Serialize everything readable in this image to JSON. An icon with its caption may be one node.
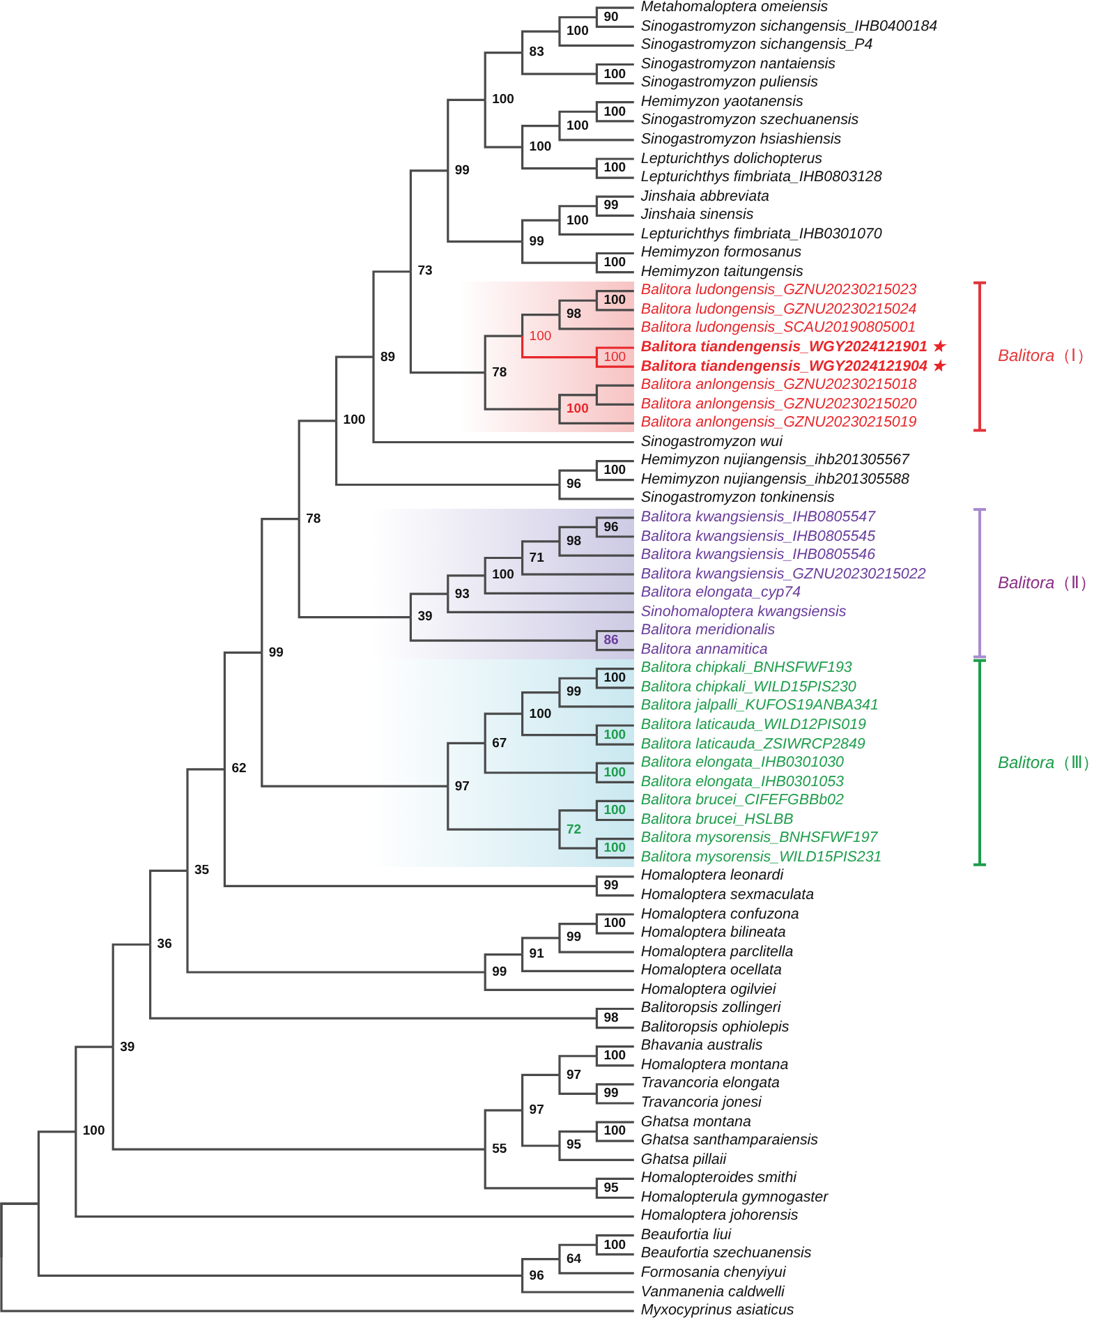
{
  "diagram": {
    "nodes": [
      {
        "text": [
          "100"
        ]
      },
      {
        "text": [
          "39"
        ]
      },
      {
        "text": [
          "36"
        ]
      },
      {
        "text": [
          "35"
        ]
      },
      {
        "text": [
          "62"
        ]
      },
      {
        "text": [
          "99"
        ]
      },
      {
        "text": [
          "78"
        ]
      },
      {
        "text": [
          "100"
        ]
      },
      {
        "text": [
          "89"
        ]
      },
      {
        "text": [
          "73"
        ]
      },
      {
        "text": [
          "99"
        ]
      },
      {
        "text": [
          "100"
        ]
      },
      {
        "text": [
          "83"
        ]
      },
      {
        "text": [
          "100"
        ]
      },
      {
        "text": [
          "90"
        ]
      },
      {
        "text": [
          "Metahomaloptera omeiensis"
        ]
      },
      {
        "text": [
          "Sinogastromyzon sichangensis_IHB0400184"
        ]
      },
      {
        "text": [
          "Sinogastromyzon sichangensis_P4"
        ]
      },
      {
        "text": [
          "100"
        ]
      },
      {
        "text": [
          "Sinogastromyzon nantaiensis"
        ]
      },
      {
        "text": [
          "Sinogastromyzon puliensis"
        ]
      },
      {
        "text": [
          "100"
        ]
      },
      {
        "text": [
          "100"
        ]
      },
      {
        "text": [
          "100"
        ]
      },
      {
        "text": [
          "Hemimyzon yaotanensis"
        ]
      },
      {
        "text": [
          "Sinogastromyzon szechuanensis"
        ]
      },
      {
        "text": [
          "Sinogastromyzon hsiashiensis"
        ]
      },
      {
        "text": [
          "100"
        ]
      },
      {
        "text": [
          "Lepturichthys dolichopterus"
        ]
      },
      {
        "text": [
          "Lepturichthys fimbriata_IHB0803128"
        ]
      },
      {
        "text": [
          "99"
        ]
      },
      {
        "text": [
          "100"
        ]
      },
      {
        "text": [
          "99"
        ]
      },
      {
        "text": [
          "Jinshaia abbreviata"
        ]
      },
      {
        "text": [
          "Jinshaia sinensis"
        ]
      },
      {
        "text": [
          "Lepturichthys fimbriata_IHB0301070"
        ]
      },
      {
        "text": [
          "100"
        ]
      },
      {
        "text": [
          "Hemimyzon formosanus"
        ]
      },
      {
        "text": [
          "Hemimyzon taitungensis"
        ]
      },
      {
        "text": [],
        "shape": "band"
      },
      {
        "text": [
          "78"
        ],
        "in": 39
      },
      {
        "text": [
          "100"
        ],
        "in": 39
      },
      {
        "text": [
          "98"
        ],
        "in": 39
      },
      {
        "text": [
          "100"
        ],
        "in": 39
      },
      {
        "text": [
          "Balitora ludongensis_GZNU20230215023"
        ]
      },
      {
        "text": [
          "Balitora ludongensis_GZNU20230215024"
        ]
      },
      {
        "text": [
          "Balitora ludongensis_SCAU20190805001"
        ]
      },
      {
        "text": [
          "100"
        ],
        "in": 39
      },
      {
        "text": [
          "Balitora tiandengensis_WGY2024121901 ★"
        ]
      },
      {
        "text": [
          "Balitora tiandengensis_WGY2024121904 ★"
        ]
      },
      {
        "text": [
          "100"
        ],
        "in": 39
      },
      {
        "text": [
          "Balitora anlongensis_GZNU20230215018"
        ]
      },
      {
        "text": [
          "Balitora anlongensis_GZNU20230215020"
        ]
      },
      {
        "text": [
          "Balitora anlongensis_GZNU20230215019"
        ]
      },
      {
        "text": [
          "Sinogastromyzon wui"
        ]
      },
      {
        "text": [
          "96"
        ]
      },
      {
        "text": [
          "100"
        ]
      },
      {
        "text": [
          "Hemimyzon nujiangensis_ihb201305567"
        ]
      },
      {
        "text": [
          "Hemimyzon nujiangensis_ihb201305588"
        ]
      },
      {
        "text": [
          "Sinogastromyzon tonkinensis"
        ]
      },
      {
        "text": [],
        "shape": "band"
      },
      {
        "text": [
          "39"
        ],
        "in": 60
      },
      {
        "text": [
          "93"
        ],
        "in": 60
      },
      {
        "text": [
          "100"
        ],
        "in": 60
      },
      {
        "text": [
          "71"
        ],
        "in": 60
      },
      {
        "text": [
          "98"
        ],
        "in": 60
      },
      {
        "text": [
          "96"
        ],
        "in": 60
      },
      {
        "text": [
          "Balitora kwangsiensis_IHB0805547"
        ]
      },
      {
        "text": [
          "Balitora kwangsiensis_IHB0805545"
        ]
      },
      {
        "text": [
          "Balitora kwangsiensis_IHB0805546"
        ]
      },
      {
        "text": [
          "Balitora kwangsiensis_GZNU20230215022"
        ]
      },
      {
        "text": [
          "Balitora elongata_cyp74"
        ]
      },
      {
        "text": [
          "Sinohomaloptera kwangsiensis"
        ]
      },
      {
        "text": [
          "86"
        ],
        "in": 60
      },
      {
        "text": [
          "Balitora meridionalis"
        ]
      },
      {
        "text": [
          "Balitora annamitica"
        ]
      },
      {
        "text": [],
        "shape": "band"
      },
      {
        "text": [
          "97"
        ],
        "in": 76
      },
      {
        "text": [
          "67"
        ],
        "in": 76
      },
      {
        "text": [
          "100"
        ],
        "in": 76
      },
      {
        "text": [
          "99"
        ],
        "in": 76
      },
      {
        "text": [
          "100"
        ],
        "in": 76
      },
      {
        "text": [
          "Balitora chipkali_BNHSFWF193"
        ]
      },
      {
        "text": [
          "Balitora chipkali_WILD15PIS230"
        ]
      },
      {
        "text": [
          "Balitora jalpalli_KUFOS19ANBA341"
        ]
      },
      {
        "text": [
          "100"
        ],
        "in": 76
      },
      {
        "text": [
          "Balitora laticauda_WILD12PIS019"
        ]
      },
      {
        "text": [
          "Balitora laticauda_ZSIWRCP2849"
        ]
      },
      {
        "text": [
          "100"
        ],
        "in": 76
      },
      {
        "text": [
          "Balitora elongata_IHB0301030"
        ]
      },
      {
        "text": [
          "Balitora elongata_IHB0301053"
        ]
      },
      {
        "text": [
          "72"
        ],
        "in": 76
      },
      {
        "text": [
          "100"
        ],
        "in": 76
      },
      {
        "text": [
          "Balitora brucei_CIFEFGBBb02"
        ]
      },
      {
        "text": [
          "Balitora brucei_HSLBB"
        ]
      },
      {
        "text": [
          "100"
        ],
        "in": 76
      },
      {
        "text": [
          "Balitora mysorensis_BNHSFWF197"
        ]
      },
      {
        "text": [
          "Balitora mysorensis_WILD15PIS231"
        ]
      },
      {
        "text": [
          "99"
        ]
      },
      {
        "text": [
          "Homaloptera leonardi"
        ]
      },
      {
        "text": [
          "Homaloptera sexmaculata"
        ]
      },
      {
        "text": [
          "99"
        ]
      },
      {
        "text": [
          "91"
        ]
      },
      {
        "text": [
          "99"
        ]
      },
      {
        "text": [
          "100"
        ]
      },
      {
        "text": [
          "Homaloptera confuzona"
        ]
      },
      {
        "text": [
          "Homaloptera bilineata"
        ]
      },
      {
        "text": [
          "Homaloptera parclitella"
        ]
      },
      {
        "text": [
          "Homaloptera ocellata"
        ]
      },
      {
        "text": [
          "Homaloptera ogilviei"
        ]
      },
      {
        "text": [
          "98"
        ]
      },
      {
        "text": [
          "Balitoropsis zollingeri"
        ]
      },
      {
        "text": [
          "Balitoropsis ophiolepis"
        ]
      },
      {
        "text": [
          "55"
        ]
      },
      {
        "text": [
          "97"
        ]
      },
      {
        "text": [
          "97"
        ]
      },
      {
        "text": [
          "100"
        ]
      },
      {
        "text": [
          "Bhavania australis"
        ]
      },
      {
        "text": [
          "Homaloptera montana"
        ]
      },
      {
        "text": [
          "99"
        ]
      },
      {
        "text": [
          "Travancoria elongata"
        ]
      },
      {
        "text": [
          "Travancoria jonesi"
        ]
      },
      {
        "text": [
          "95"
        ]
      },
      {
        "text": [
          "100"
        ]
      },
      {
        "text": [
          "Ghatsa montana"
        ]
      },
      {
        "text": [
          "Ghatsa santhamparaiensis"
        ]
      },
      {
        "text": [
          "Ghatsa pillaii"
        ]
      },
      {
        "text": [
          "95"
        ]
      },
      {
        "text": [
          "Homalopteroides smithi"
        ]
      },
      {
        "text": [
          "Homalopterula gymnogaster"
        ]
      },
      {
        "text": [
          "Homaloptera johorensis"
        ]
      },
      {
        "text": [
          "96"
        ]
      },
      {
        "text": [
          "64"
        ]
      },
      {
        "text": [
          "100"
        ]
      },
      {
        "text": [
          "Beaufortia liui"
        ]
      },
      {
        "text": [
          "Beaufortia szechuanensis"
        ]
      },
      {
        "text": [
          "Formosania chenyiyui"
        ]
      },
      {
        "text": [
          "Vanmanenia caldwelli"
        ]
      },
      {
        "text": [
          "Myxocyprinus asiaticus"
        ]
      }
    ],
    "edges": [
      {
        "from": null,
        "to": 0,
        "arrow": "none"
      },
      {
        "from": 0,
        "to": 1,
        "arrow": "none"
      },
      {
        "from": 1,
        "to": 2,
        "arrow": "none"
      },
      {
        "from": 2,
        "to": 3,
        "arrow": "none"
      },
      {
        "from": 3,
        "to": 4,
        "arrow": "none"
      },
      {
        "from": 4,
        "to": 5,
        "arrow": "none"
      },
      {
        "from": 5,
        "to": 6,
        "arrow": "none"
      },
      {
        "from": 6,
        "to": 7,
        "arrow": "none"
      },
      {
        "from": 7,
        "to": 8,
        "arrow": "none"
      },
      {
        "from": 8,
        "to": 9,
        "arrow": "none"
      },
      {
        "from": 9,
        "to": 10,
        "arrow": "none"
      },
      {
        "from": 10,
        "to": 11,
        "arrow": "none"
      },
      {
        "from": 11,
        "to": 12,
        "arrow": "none"
      },
      {
        "from": 12,
        "to": 13,
        "arrow": "none"
      },
      {
        "from": 13,
        "to": 14,
        "arrow": "none"
      },
      {
        "from": 14,
        "to": 15,
        "arrow": "none"
      },
      {
        "from": 14,
        "to": 16,
        "arrow": "none"
      },
      {
        "from": 13,
        "to": 17,
        "arrow": "none"
      },
      {
        "from": 12,
        "to": 18,
        "arrow": "none"
      },
      {
        "from": 18,
        "to": 19,
        "arrow": "none"
      },
      {
        "from": 18,
        "to": 20,
        "arrow": "none"
      },
      {
        "from": 11,
        "to": 21,
        "arrow": "none"
      },
      {
        "from": 21,
        "to": 22,
        "arrow": "none"
      },
      {
        "from": 22,
        "to": 23,
        "arrow": "none"
      },
      {
        "from": 23,
        "to": 24,
        "arrow": "none"
      },
      {
        "from": 23,
        "to": 25,
        "arrow": "none"
      },
      {
        "from": 22,
        "to": 26,
        "arrow": "none"
      },
      {
        "from": 21,
        "to": 27,
        "arrow": "none"
      },
      {
        "from": 27,
        "to": 28,
        "arrow": "none"
      },
      {
        "from": 27,
        "to": 29,
        "arrow": "none"
      },
      {
        "from": 10,
        "to": 30,
        "arrow": "none"
      },
      {
        "from": 30,
        "to": 31,
        "arrow": "none"
      },
      {
        "from": 31,
        "to": 32,
        "arrow": "none"
      },
      {
        "from": 32,
        "to": 33,
        "arrow": "none"
      },
      {
        "from": 32,
        "to": 34,
        "arrow": "none"
      },
      {
        "from": 31,
        "to": 35,
        "arrow": "none"
      },
      {
        "from": 30,
        "to": 36,
        "arrow": "none"
      },
      {
        "from": 36,
        "to": 37,
        "arrow": "none"
      },
      {
        "from": 36,
        "to": 38,
        "arrow": "none"
      },
      {
        "from": 9,
        "to": 40,
        "arrow": "none"
      },
      {
        "from": 40,
        "to": 41,
        "arrow": "none"
      },
      {
        "from": 41,
        "to": 42,
        "arrow": "none"
      },
      {
        "from": 42,
        "to": 43,
        "arrow": "none"
      },
      {
        "from": 43,
        "to": 44,
        "arrow": "none"
      },
      {
        "from": 43,
        "to": 45,
        "arrow": "none"
      },
      {
        "from": 42,
        "to": 46,
        "arrow": "none"
      },
      {
        "from": 41,
        "to": 47,
        "arrow": "none",
        "color": "#e8262a"
      },
      {
        "from": 47,
        "to": 48,
        "arrow": "none",
        "color": "#e8262a"
      },
      {
        "from": 47,
        "to": 49,
        "arrow": "none",
        "color": "#e8262a"
      },
      {
        "from": 40,
        "to": 50,
        "arrow": "none"
      },
      {
        "from": 50,
        "to": 51,
        "arrow": "none"
      },
      {
        "from": 50,
        "to": 52,
        "arrow": "none"
      },
      {
        "from": 50,
        "to": 53,
        "arrow": "none"
      },
      {
        "from": 8,
        "to": 54,
        "arrow": "none"
      },
      {
        "from": 7,
        "to": 55,
        "arrow": "none"
      },
      {
        "from": 55,
        "to": 56,
        "arrow": "none"
      },
      {
        "from": 56,
        "to": 57,
        "arrow": "none"
      },
      {
        "from": 56,
        "to": 58,
        "arrow": "none"
      },
      {
        "from": 55,
        "to": 59,
        "arrow": "none"
      },
      {
        "from": 6,
        "to": 61,
        "arrow": "none"
      },
      {
        "from": 61,
        "to": 62,
        "arrow": "none"
      },
      {
        "from": 62,
        "to": 63,
        "arrow": "none"
      },
      {
        "from": 63,
        "to": 64,
        "arrow": "none"
      },
      {
        "from": 64,
        "to": 65,
        "arrow": "none"
      },
      {
        "from": 65,
        "to": 66,
        "arrow": "none"
      },
      {
        "from": 66,
        "to": 67,
        "arrow": "none"
      },
      {
        "from": 66,
        "to": 68,
        "arrow": "none"
      },
      {
        "from": 65,
        "to": 69,
        "arrow": "none"
      },
      {
        "from": 64,
        "to": 70,
        "arrow": "none"
      },
      {
        "from": 63,
        "to": 71,
        "arrow": "none"
      },
      {
        "from": 62,
        "to": 72,
        "arrow": "none"
      },
      {
        "from": 61,
        "to": 73,
        "arrow": "none"
      },
      {
        "from": 73,
        "to": 74,
        "arrow": "none"
      },
      {
        "from": 73,
        "to": 75,
        "arrow": "none"
      },
      {
        "from": 5,
        "to": 77,
        "arrow": "none"
      },
      {
        "from": 77,
        "to": 78,
        "arrow": "none"
      },
      {
        "from": 78,
        "to": 79,
        "arrow": "none"
      },
      {
        "from": 79,
        "to": 80,
        "arrow": "none"
      },
      {
        "from": 80,
        "to": 81,
        "arrow": "none"
      },
      {
        "from": 81,
        "to": 82,
        "arrow": "none"
      },
      {
        "from": 81,
        "to": 83,
        "arrow": "none"
      },
      {
        "from": 80,
        "to": 84,
        "arrow": "none"
      },
      {
        "from": 79,
        "to": 85,
        "arrow": "none"
      },
      {
        "from": 85,
        "to": 86,
        "arrow": "none"
      },
      {
        "from": 85,
        "to": 87,
        "arrow": "none"
      },
      {
        "from": 78,
        "to": 88,
        "arrow": "none"
      },
      {
        "from": 88,
        "to": 89,
        "arrow": "none"
      },
      {
        "from": 88,
        "to": 90,
        "arrow": "none"
      },
      {
        "from": 77,
        "to": 91,
        "arrow": "none"
      },
      {
        "from": 91,
        "to": 92,
        "arrow": "none"
      },
      {
        "from": 92,
        "to": 93,
        "arrow": "none"
      },
      {
        "from": 92,
        "to": 94,
        "arrow": "none"
      },
      {
        "from": 91,
        "to": 95,
        "arrow": "none"
      },
      {
        "from": 95,
        "to": 96,
        "arrow": "none"
      },
      {
        "from": 95,
        "to": 97,
        "arrow": "none"
      },
      {
        "from": 4,
        "to": 98,
        "arrow": "none"
      },
      {
        "from": 98,
        "to": 99,
        "arrow": "none"
      },
      {
        "from": 98,
        "to": 100,
        "arrow": "none"
      },
      {
        "from": 3,
        "to": 101,
        "arrow": "none"
      },
      {
        "from": 101,
        "to": 102,
        "arrow": "none"
      },
      {
        "from": 102,
        "to": 103,
        "arrow": "none"
      },
      {
        "from": 103,
        "to": 104,
        "arrow": "none"
      },
      {
        "from": 104,
        "to": 105,
        "arrow": "none"
      },
      {
        "from": 104,
        "to": 106,
        "arrow": "none"
      },
      {
        "from": 103,
        "to": 107,
        "arrow": "none"
      },
      {
        "from": 102,
        "to": 108,
        "arrow": "none"
      },
      {
        "from": 101,
        "to": 109,
        "arrow": "none"
      },
      {
        "from": 2,
        "to": 110,
        "arrow": "none"
      },
      {
        "from": 110,
        "to": 111,
        "arrow": "none"
      },
      {
        "from": 110,
        "to": 112,
        "arrow": "none"
      },
      {
        "from": 1,
        "to": 113,
        "arrow": "none"
      },
      {
        "from": 113,
        "to": 114,
        "arrow": "none"
      },
      {
        "from": 114,
        "to": 115,
        "arrow": "none"
      },
      {
        "from": 115,
        "to": 116,
        "arrow": "none"
      },
      {
        "from": 116,
        "to": 117,
        "arrow": "none"
      },
      {
        "from": 116,
        "to": 118,
        "arrow": "none"
      },
      {
        "from": 115,
        "to": 119,
        "arrow": "none"
      },
      {
        "from": 119,
        "to": 120,
        "arrow": "none"
      },
      {
        "from": 119,
        "to": 121,
        "arrow": "none"
      },
      {
        "from": 114,
        "to": 122,
        "arrow": "none"
      },
      {
        "from": 122,
        "to": 123,
        "arrow": "none"
      },
      {
        "from": 123,
        "to": 124,
        "arrow": "none"
      },
      {
        "from": 123,
        "to": 125,
        "arrow": "none"
      },
      {
        "from": 122,
        "to": 126,
        "arrow": "none"
      },
      {
        "from": 113,
        "to": 127,
        "arrow": "none"
      },
      {
        "from": 127,
        "to": 128,
        "arrow": "none"
      },
      {
        "from": 127,
        "to": 129,
        "arrow": "none"
      },
      {
        "from": 0,
        "to": 130,
        "arrow": "none"
      },
      {
        "from": null,
        "to": 131,
        "arrow": "none"
      },
      {
        "from": 131,
        "to": 132,
        "arrow": "none"
      },
      {
        "from": 132,
        "to": 133,
        "arrow": "none"
      },
      {
        "from": 133,
        "to": 134,
        "arrow": "none"
      },
      {
        "from": 133,
        "to": 135,
        "arrow": "none"
      },
      {
        "from": 132,
        "to": 136,
        "arrow": "none"
      },
      {
        "from": 131,
        "to": 137,
        "arrow": "none"
      },
      {
        "from": null,
        "to": 138,
        "arrow": "none"
      }
    ],
    "labels": [
      "*Balitora*（Ⅰ）",
      "*Balitora*（Ⅱ）",
      "*Balitora*（Ⅲ）"
    ]
  }
}
